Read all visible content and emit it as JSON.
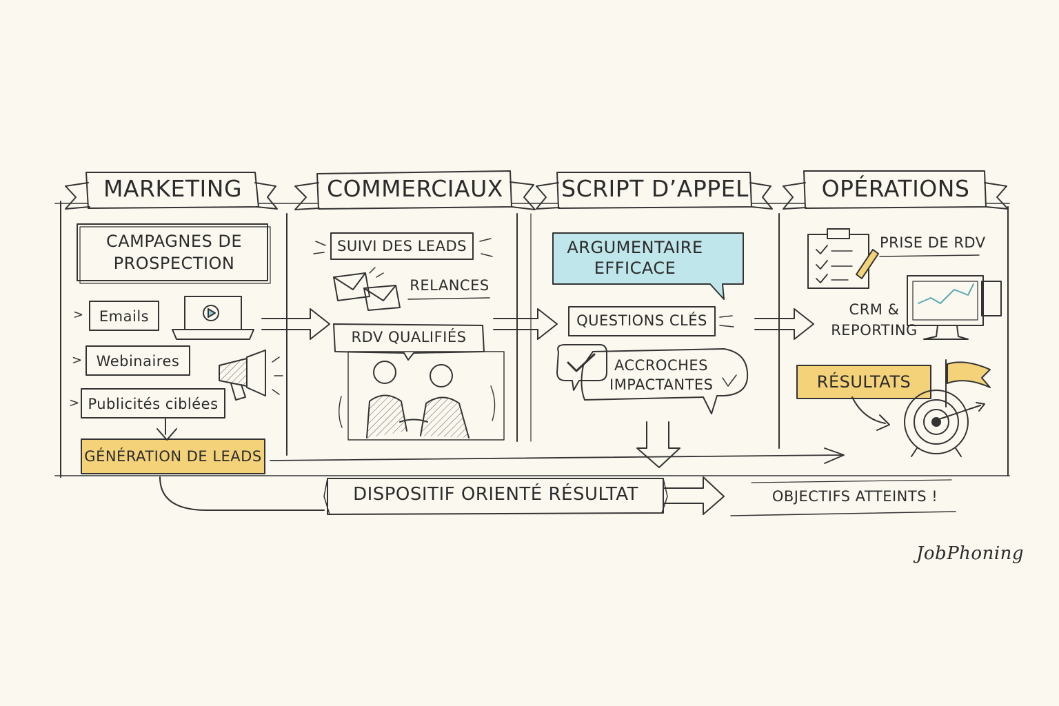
{
  "columns": [
    {
      "title": "MARKETING"
    },
    {
      "title": "COMMERCIAUX"
    },
    {
      "title": "SCRIPT D’APPEL"
    },
    {
      "title": "OPÉRATIONS"
    }
  ],
  "marketing": {
    "main_box": "CAMPAGNES DE PROSPECTION",
    "items": [
      "Emails",
      "Webinaires",
      "Publicités ciblées"
    ],
    "highlight": "GÉNÉRATION DE LEADS"
  },
  "commerciaux": {
    "items": [
      "SUIVI DES LEADS",
      "RELANCES",
      "RDV QUALIFIÉS"
    ]
  },
  "script": {
    "highlight": "ARGUMENTAIRE EFFICACE",
    "items": [
      "QUESTIONS CLÉS",
      "ACCROCHES IMPACTANTES"
    ]
  },
  "operations": {
    "items": [
      "PRISE DE RDV",
      "CRM & REPORTING"
    ],
    "highlight": "RÉSULTATS"
  },
  "bottom": {
    "banner": "DISPOSITIF ORIENTÉ RÉSULTAT",
    "outcome": "OBJECTIFS ATTEINTS !"
  },
  "signature": "JobPhoning",
  "colors": {
    "background": "#fbf8f0",
    "ink": "#333333",
    "highlight_yellow": "#f3d27a",
    "highlight_blue": "#bfe6ea"
  }
}
